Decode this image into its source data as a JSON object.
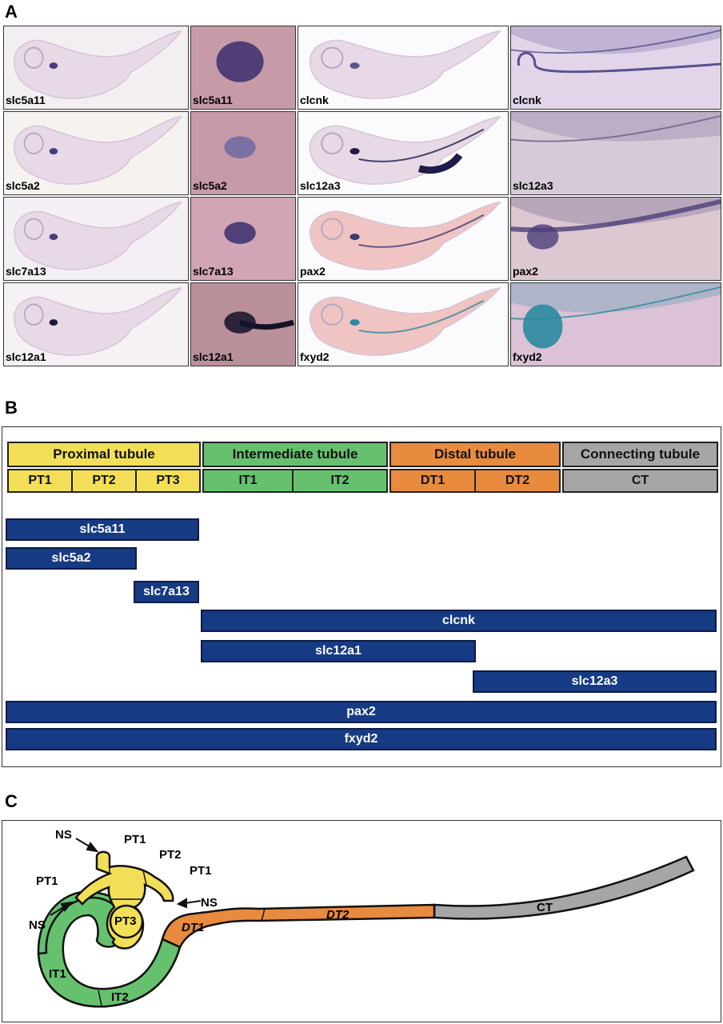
{
  "panels": {
    "a": "A",
    "b": "B",
    "c": "C"
  },
  "panel_a": {
    "rows": [
      {
        "left_label": "slc5a11",
        "left_zoom_label": "slc5a11",
        "right_label": "clcnk",
        "right_zoom_label": "clcnk"
      },
      {
        "left_label": "slc5a2",
        "left_zoom_label": "slc5a2",
        "right_label": "slc12a3",
        "right_zoom_label": "slc12a3"
      },
      {
        "left_label": "slc7a13",
        "left_zoom_label": "slc7a13",
        "right_label": "pax2",
        "right_zoom_label": "pax2"
      },
      {
        "left_label": "slc12a1",
        "left_zoom_label": "slc12a1",
        "right_label": "fxyd2",
        "right_zoom_label": "fxyd2"
      }
    ]
  },
  "panel_b": {
    "segments": [
      {
        "name": "Proximal tubule",
        "color": "#f2df57",
        "subs": [
          "PT1",
          "PT2",
          "PT3"
        ]
      },
      {
        "name": "Intermediate tubule",
        "color": "#66c16e",
        "subs": [
          "IT1",
          "IT2"
        ]
      },
      {
        "name": "Distal tubule",
        "color": "#e98b3e",
        "subs": [
          "DT1",
          "DT2"
        ]
      },
      {
        "name": "Connecting tubule",
        "color": "#a6a6a6",
        "subs": [
          "CT"
        ]
      }
    ],
    "genes": [
      {
        "name": "slc5a11",
        "start": "PT1",
        "end": "PT3"
      },
      {
        "name": "slc5a2",
        "start": "PT1",
        "end": "PT2"
      },
      {
        "name": "slc7a13",
        "start": "PT3",
        "end": "PT3"
      },
      {
        "name": "clcnk",
        "start": "IT1",
        "end": "CT"
      },
      {
        "name": "slc12a1",
        "start": "IT1",
        "end": "DT1"
      },
      {
        "name": "slc12a3",
        "start": "DT2",
        "end": "CT"
      },
      {
        "name": "pax2",
        "start": "PT1",
        "end": "CT"
      },
      {
        "name": "fxyd2",
        "start": "PT1",
        "end": "CT"
      }
    ],
    "bar_color": "#173a84"
  },
  "panel_c": {
    "labels": {
      "ns_top": "NS",
      "pt1_top": "PT1",
      "pt2": "PT2",
      "pt1_right": "PT1",
      "ns_right": "NS",
      "pt1_left": "PT1",
      "ns_left": "NS",
      "pt3": "PT3",
      "dt1": "DT1",
      "dt2": "DT2",
      "it1": "IT1",
      "it2": "IT2",
      "ct": "CT"
    }
  }
}
